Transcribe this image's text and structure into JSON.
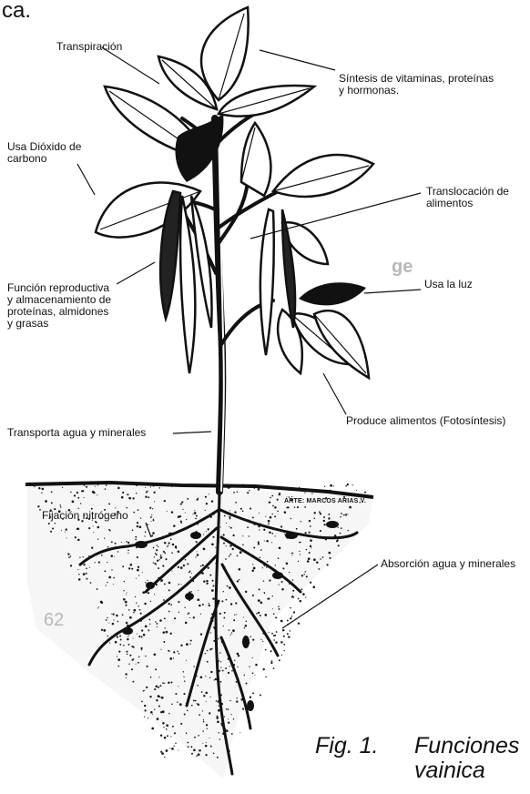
{
  "header_fragment": "ca.",
  "labels": {
    "transpiracion": "Transpiración",
    "sintesis": [
      "Síntesis de vitaminas, proteínas",
      "y hormonas."
    ],
    "dioxido": [
      "Usa Dióxido de",
      "carbono"
    ],
    "translocacion": [
      "Translocación de",
      "alimentos"
    ],
    "reproductiva": [
      "Función reproductiva",
      "y almacenamiento de",
      "proteínas, almidones",
      "y grasas"
    ],
    "luz": "Usa la luz",
    "fotosintesis": "Produce alimentos (Fotosíntesis)",
    "transporta": "Transporta agua y minerales",
    "fijacion": "Fijación nitrógeno",
    "absorcion": "Absorción agua y minerales"
  },
  "credit": "ARTE: MARCOS ARIAS V.",
  "caption": {
    "fig": "Fig. 1.",
    "title": [
      "Funciones",
      "vainica"
    ]
  },
  "bleed_marks": [
    "62",
    "ge"
  ],
  "colors": {
    "ink": "#111111",
    "soil": "#1a1a1a",
    "paper": "#ffffff"
  }
}
